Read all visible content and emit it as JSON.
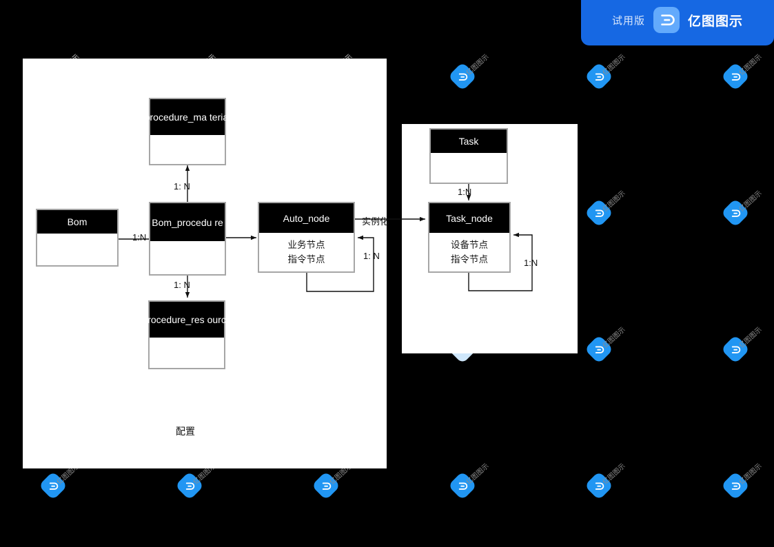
{
  "banner": {
    "trial_label": "试用版",
    "brand": "亿图图示",
    "logo_icon": "eddx-logo-icon",
    "bg_color": "#1668e3"
  },
  "watermark": {
    "text": "亿图图示",
    "icon": "eddx-watermark-icon"
  },
  "canvas": {
    "background_color": "#000000",
    "panels": [
      {
        "name": "configuration-panel",
        "background": "#ffffff"
      },
      {
        "name": "task-panel",
        "background": "#ffffff"
      }
    ]
  },
  "diagram": {
    "type": "entity-relationship",
    "entities": [
      {
        "id": "procedure_material",
        "title": "procedure_ma\nterial",
        "title_line1": "procedure_ma",
        "title_line2": "terial",
        "body_lines": []
      },
      {
        "id": "bom",
        "title": "Bom",
        "body_lines": []
      },
      {
        "id": "bom_procedure",
        "title_line1": "Bom_procedu",
        "title_line2": "re",
        "body_lines": []
      },
      {
        "id": "auto_node",
        "title": "Auto_node",
        "body_lines": [
          "业务节点",
          "指令节点"
        ]
      },
      {
        "id": "procedure_resource",
        "title_line1": "procedure_res",
        "title_line2": "ource",
        "body_lines": []
      },
      {
        "id": "task",
        "title": "Task",
        "body_lines": []
      },
      {
        "id": "task_node",
        "title": "Task_node",
        "body_lines": [
          "设备节点",
          "指令节点"
        ]
      }
    ],
    "connections": [
      {
        "from": "bom_procedure",
        "to": "procedure_material",
        "label": "1:  N"
      },
      {
        "from": "bom",
        "to": "bom_procedure",
        "label": "1:N"
      },
      {
        "from": "bom_procedure",
        "to": "procedure_resource",
        "label": "1:  N"
      },
      {
        "from": "bom_procedure",
        "to": "auto_node",
        "label": ""
      },
      {
        "from": "auto_node",
        "to": "auto_node",
        "label": "1:  N"
      },
      {
        "from": "auto_node",
        "to": "task_node",
        "label": "实例化"
      },
      {
        "from": "task",
        "to": "task_node",
        "label": "1:N"
      },
      {
        "from": "task_node",
        "to": "task_node",
        "label": "1:N"
      }
    ],
    "free_labels": [
      {
        "id": "configuration-note",
        "text": "配置"
      }
    ]
  }
}
